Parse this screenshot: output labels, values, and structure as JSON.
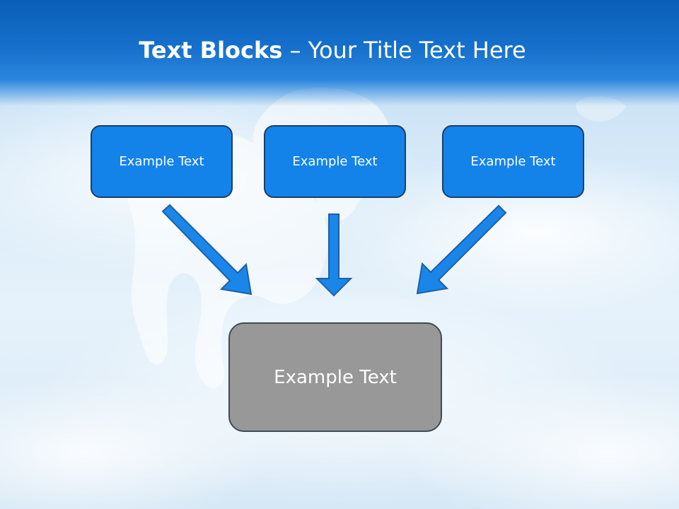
{
  "title": {
    "bold": "Text Blocks",
    "separator": " – ",
    "regular": "Your Title Text Here"
  },
  "blocks": [
    {
      "label": "Example Text"
    },
    {
      "label": "Example Text"
    },
    {
      "label": "Example Text"
    }
  ],
  "result": {
    "label": "Example Text"
  },
  "colors": {
    "header": "#0a5fb5",
    "block_fill": "#1383ea",
    "block_border": "#1b3f66",
    "arrow_fill": "#1a86ea",
    "arrow_stroke": "#1c5fa8",
    "result_fill": "#989898",
    "result_border": "#404b57"
  }
}
